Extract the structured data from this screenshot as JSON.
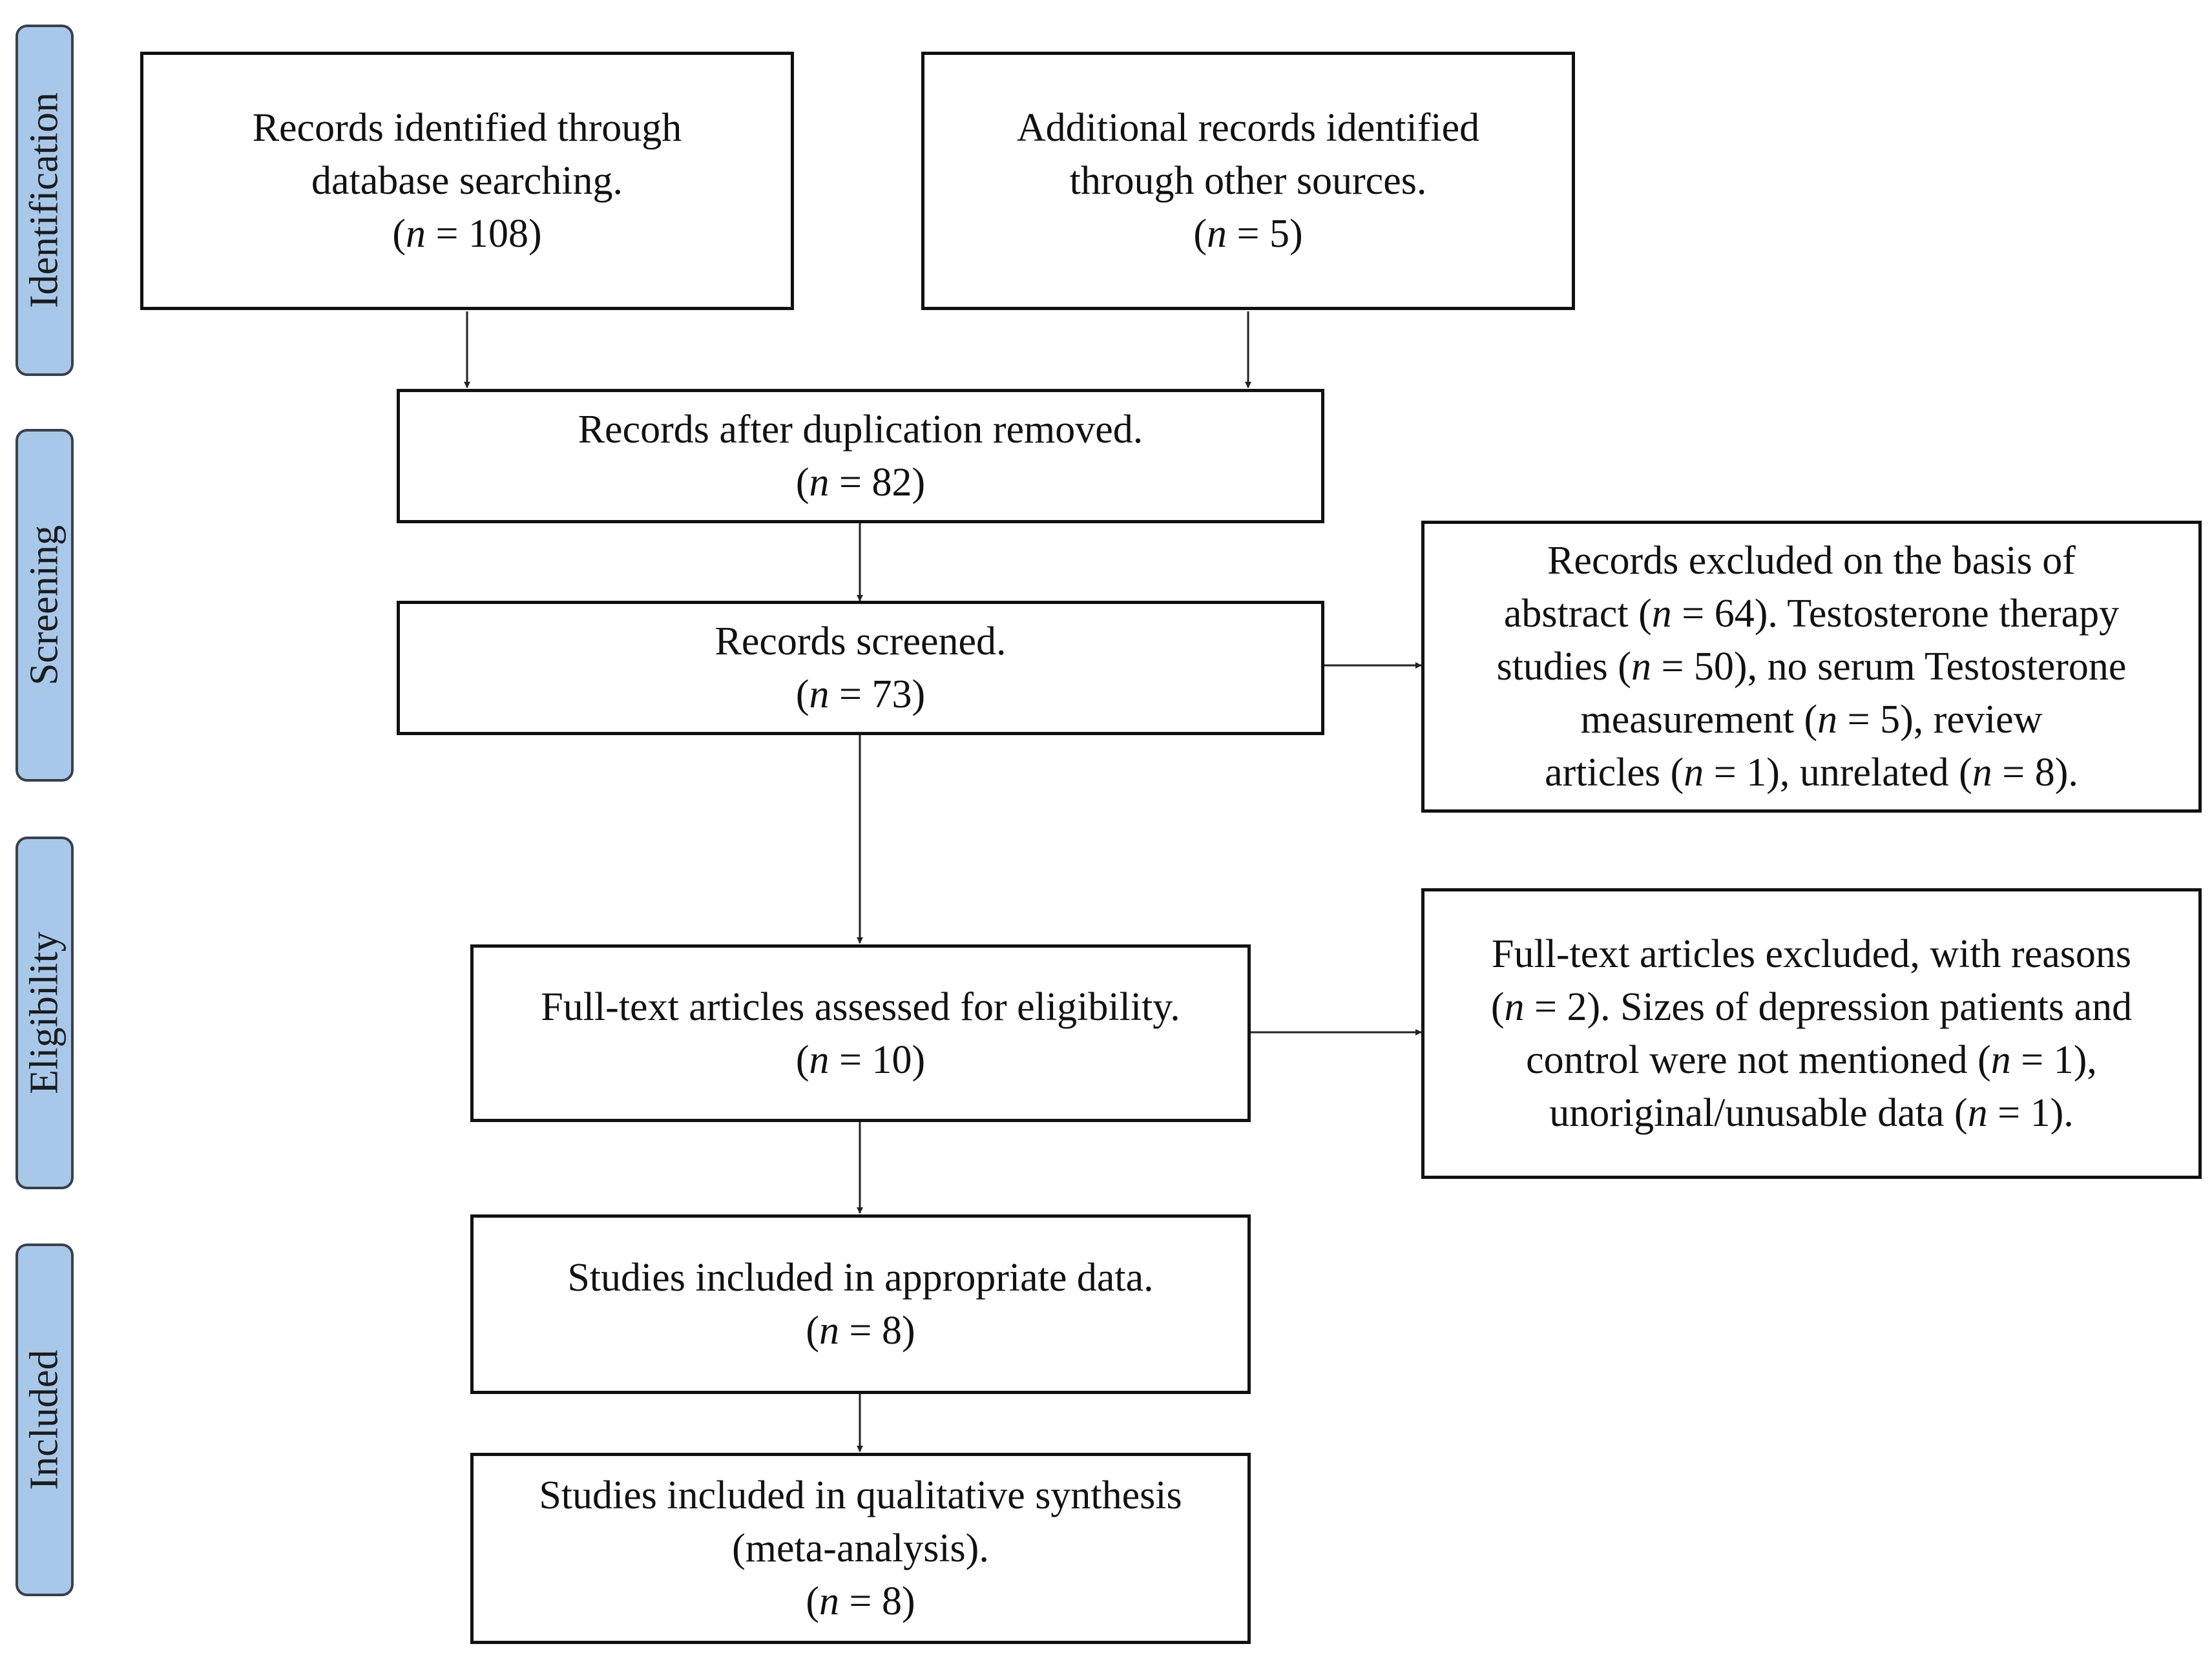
{
  "phases": {
    "identification": "Identification",
    "screening": "Screening",
    "eligibility": "Eligibility",
    "included": "Included"
  },
  "boxes": {
    "database": {
      "lines": [
        "Records identified through",
        "database searching."
      ],
      "n": "108"
    },
    "other_sources": {
      "lines": [
        "Additional records identified",
        "through other sources."
      ],
      "n": "5"
    },
    "after_duplicates": {
      "lines": [
        "Records after duplication removed."
      ],
      "n": "82"
    },
    "screened": {
      "lines": [
        "Records screened."
      ],
      "n": "73"
    },
    "excluded_abstract": {
      "l1": "Records excluded on the basis of",
      "l2a": "abstract (",
      "n_abstract": "64",
      "l2b": "). Testosterone therapy",
      "l3a": "studies (",
      "n_therapy": "50",
      "l3b": "), no serum Testosterone",
      "l4a": "measurement (",
      "n_measurement": "5",
      "l4b": "), review",
      "l5a": "articles (",
      "n_review": "1",
      "l5b": "), unrelated (",
      "n_unrelated": "8",
      "l5c": ")."
    },
    "full_text": {
      "lines": [
        "Full-text articles assessed for eligibility."
      ],
      "n": "10"
    },
    "excluded_fulltext": {
      "l1": "Full-text articles excluded, with reasons",
      "l2a": "(",
      "n_total": "2",
      "l2b": "). Sizes of depression patients and",
      "l3a": "control were not mentioned (",
      "n_sizes": "1",
      "l3b": "),",
      "l4a": "unoriginal/unusable data (",
      "n_unoriginal": "1",
      "l4b": ")."
    },
    "appropriate_data": {
      "lines": [
        "Studies included in appropriate data."
      ],
      "n": "8"
    },
    "qualitative": {
      "lines": [
        "Studies included in qualitative synthesis",
        "(meta-analysis)."
      ],
      "n": "8"
    }
  },
  "n_symbol": "n",
  "n_eq": " = ",
  "paren_open": "(",
  "paren_close": ")",
  "colors": {
    "phase_fill": "#a8c8ea",
    "phase_border": "#3a3f4a",
    "box_border": "#111111",
    "arrow": "#222222"
  }
}
